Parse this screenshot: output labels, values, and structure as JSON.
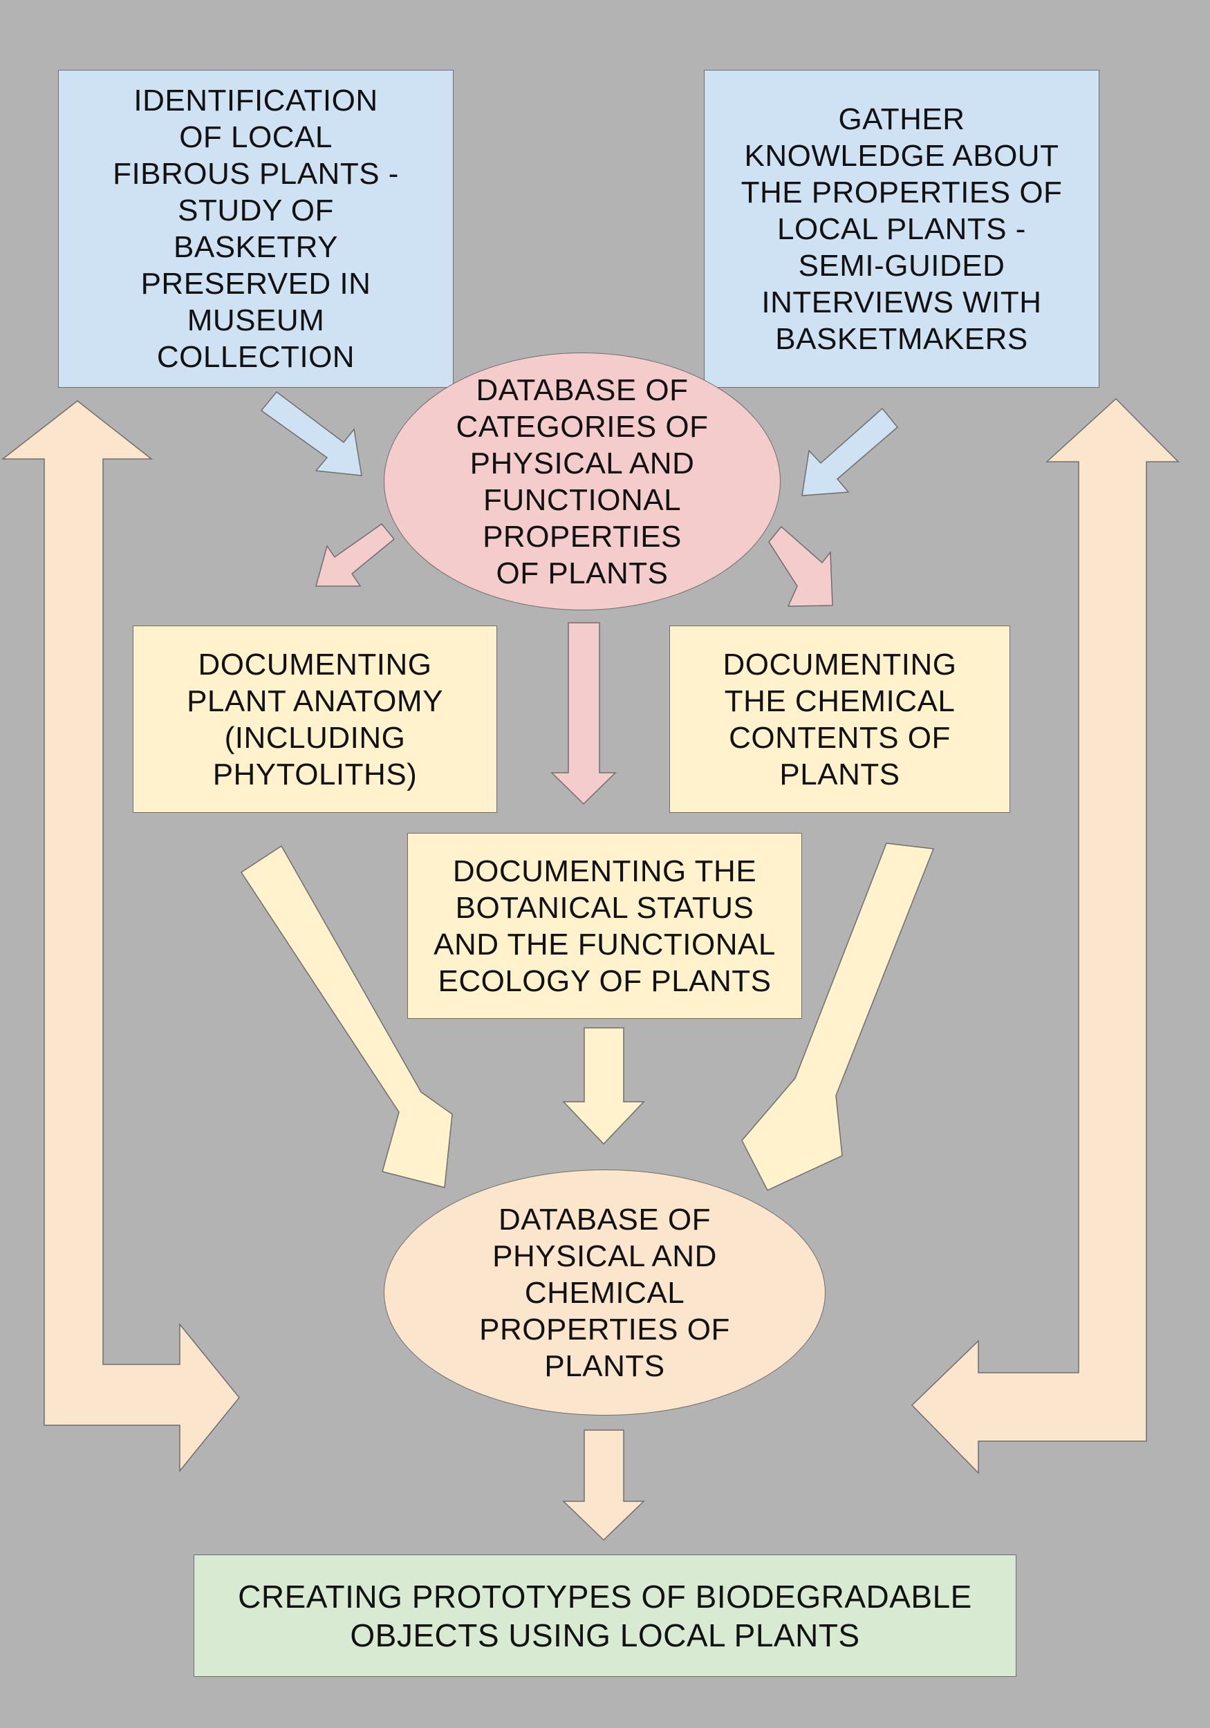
{
  "colors": {
    "background": "#b3b3b3",
    "blue_box": "#cfe2f3",
    "pink": "#f4cccc",
    "yellow": "#fff2cc",
    "peach": "#fce5cd",
    "green": "#d9ead3",
    "outline": "#6e6e6e"
  },
  "nodes": {
    "identification": "IDENTIFICATION\nOF LOCAL\nFIBROUS PLANTS -\nSTUDY OF\nBASKETRY\nPRESERVED IN\nMUSEUM\nCOLLECTION",
    "gather_knowledge": "GATHER\nKNOWLEDGE ABOUT\nTHE PROPERTIES OF\nLOCAL PLANTS -\nSEMI-GUIDED\nINTERVIEWS WITH\nBASKETMAKERS",
    "categories_database": "DATABASE OF\nCATEGORIES OF\nPHYSICAL AND\nFUNCTIONAL\nPROPERTIES\nOF PLANTS",
    "plant_anatomy": "DOCUMENTING\nPLANT ANATOMY\n(INCLUDING\nPHYTOLITHS)",
    "chemical_contents": "DOCUMENTING\nTHE CHEMICAL\nCONTENTS OF\nPLANTS",
    "botanical_status": "DOCUMENTING THE\nBOTANICAL STATUS\nAND THE FUNCTIONAL\nECOLOGY OF PLANTS",
    "properties_database": "DATABASE OF\nPHYSICAL AND\nCHEMICAL\nPROPERTIES OF\nPLANTS",
    "prototypes": "CREATING PROTOTYPES OF BIODEGRADABLE\nOBJECTS USING LOCAL PLANTS"
  },
  "edges": [
    {
      "from": "identification",
      "to": "categories_database",
      "color": "#cfe2f3"
    },
    {
      "from": "gather_knowledge",
      "to": "categories_database",
      "color": "#cfe2f3"
    },
    {
      "from": "categories_database",
      "to": "plant_anatomy",
      "color": "#f4cccc"
    },
    {
      "from": "categories_database",
      "to": "botanical_status",
      "color": "#f4cccc"
    },
    {
      "from": "categories_database",
      "to": "chemical_contents",
      "color": "#f4cccc"
    },
    {
      "from": "plant_anatomy",
      "to": "properties_database",
      "color": "#fff2cc"
    },
    {
      "from": "botanical_status",
      "to": "properties_database",
      "color": "#fff2cc"
    },
    {
      "from": "chemical_contents",
      "to": "properties_database",
      "color": "#fff2cc"
    },
    {
      "from": "properties_database",
      "to": "prototypes",
      "color": "#fce5cd"
    },
    {
      "from": "identification",
      "to": "properties_database",
      "color": "#fce5cd",
      "bidirectional": true
    },
    {
      "from": "gather_knowledge",
      "to": "properties_database",
      "color": "#fce5cd",
      "bidirectional": true
    }
  ]
}
